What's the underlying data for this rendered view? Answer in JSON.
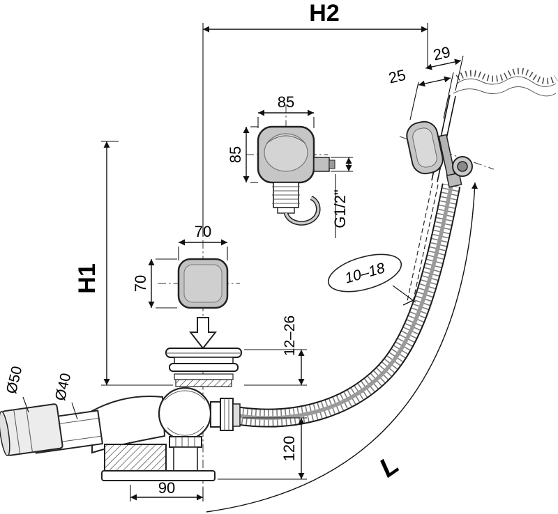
{
  "diagram": {
    "type": "technical-dimensional-drawing",
    "subject": "bathtub waste, overflow and filling set with flexible hose",
    "colors": {
      "line": "#1a1a1a",
      "metal_light": "#c6c6c6",
      "metal_mid": "#b3b3b3",
      "metal_dark": "#8a8a8a",
      "background": "#ffffff"
    },
    "labels": {
      "h2": "H2",
      "h1": "H1",
      "length": "L",
      "overhang_29": "29",
      "offset_25": "25",
      "head_width_85": "85",
      "head_height_85": "85",
      "thread_g12": "G1/2\"",
      "knob_width_70": "70",
      "knob_height_70": "70",
      "wall_thickness_range": "10–18",
      "lift_range": "12–26",
      "dia_50": "Ø50",
      "dia_40": "Ø40",
      "height_120": "120",
      "width_90": "90"
    }
  }
}
